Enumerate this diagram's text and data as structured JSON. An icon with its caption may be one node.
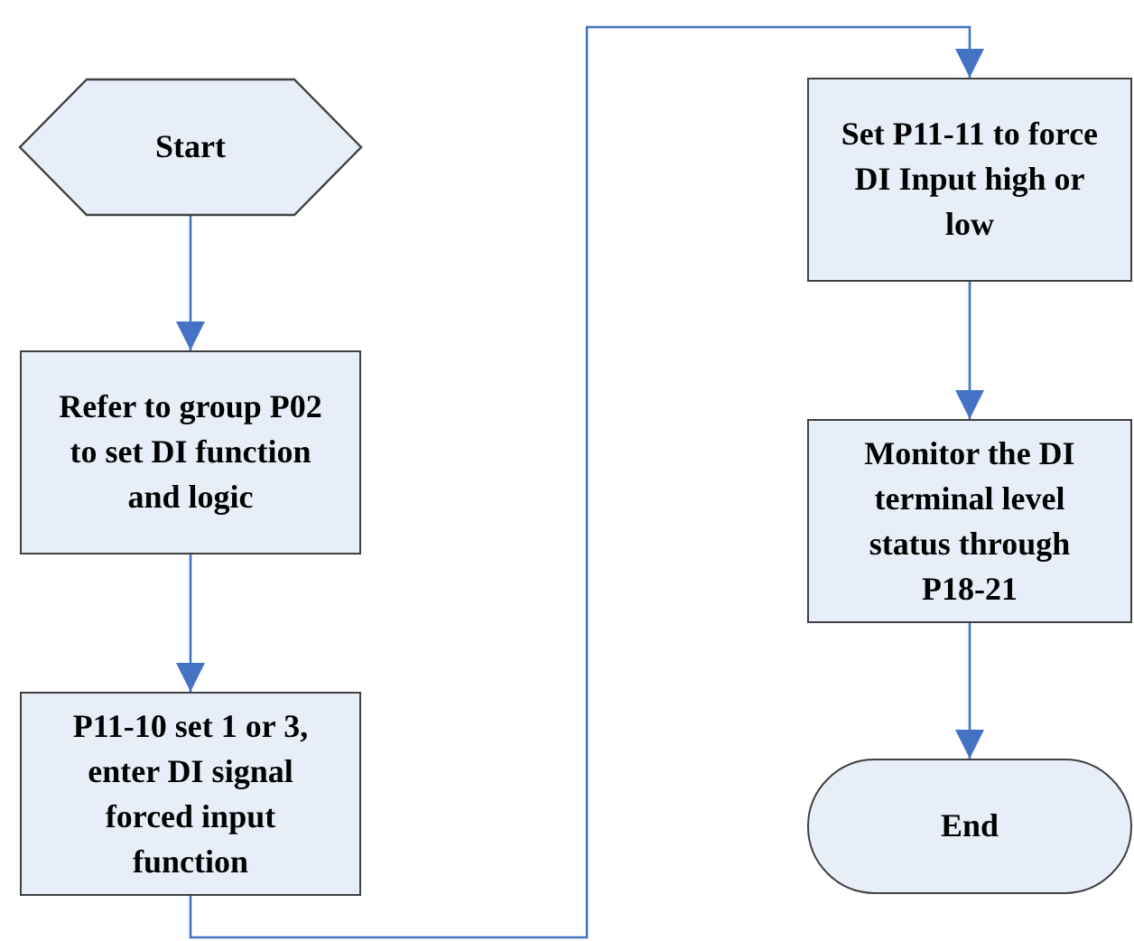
{
  "diagram": {
    "nodes": [
      {
        "text": [
          "Start"
        ]
      },
      {
        "text": [
          "Refer to group P02 to set DI function and logic"
        ]
      },
      {
        "text": [
          "P11-10 set 1 or 3, enter DI signal forced input function"
        ]
      },
      {
        "text": [
          "Set P11-11 to force DI Input high or low"
        ]
      },
      {
        "text": [
          "Monitor the DI terminal level status through P18-21"
        ]
      },
      {
        "text": [
          "End"
        ]
      }
    ],
    "edges": [
      {
        "from": 0,
        "to": 1,
        "arrow": "to"
      },
      {
        "from": 1,
        "to": 2,
        "arrow": "to"
      },
      {
        "from": 2,
        "to": 3,
        "arrow": "to"
      },
      {
        "from": 3,
        "to": 4,
        "arrow": "to"
      },
      {
        "from": 4,
        "to": 5,
        "arrow": "to"
      }
    ]
  }
}
